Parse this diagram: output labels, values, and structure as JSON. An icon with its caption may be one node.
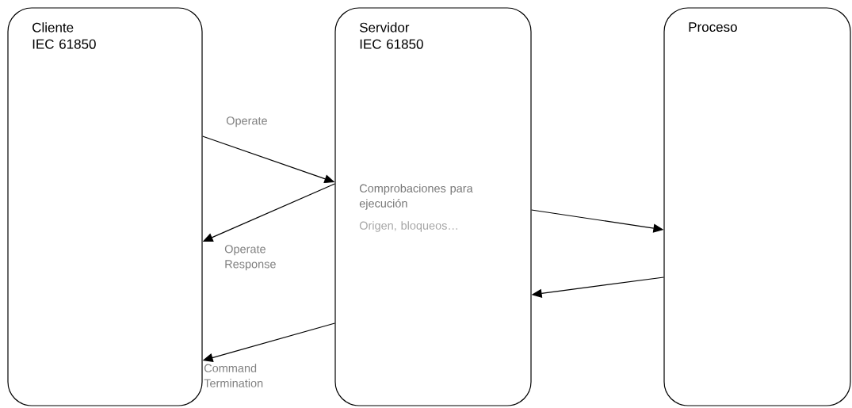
{
  "diagram": {
    "nodes": [
      {
        "text": [
          "Cliente IEC 61850"
        ]
      },
      {
        "text": [
          "Servidor IEC 61850",
          "Comprobaciones para ejecución",
          "Origen, bloqueos…"
        ]
      },
      {
        "text": [
          "Proceso"
        ]
      }
    ],
    "edges": [
      {
        "from": 0,
        "to": 1,
        "arrow": "to",
        "label": "Operate"
      },
      {
        "from": 1,
        "to": 0,
        "arrow": "to",
        "label": "Operate Response"
      },
      {
        "from": 1,
        "to": 0,
        "arrow": "to",
        "label": "Command Termination"
      },
      {
        "from": 1,
        "to": 2,
        "arrow": "to"
      },
      {
        "from": 2,
        "to": 1,
        "arrow": "to"
      }
    ]
  }
}
